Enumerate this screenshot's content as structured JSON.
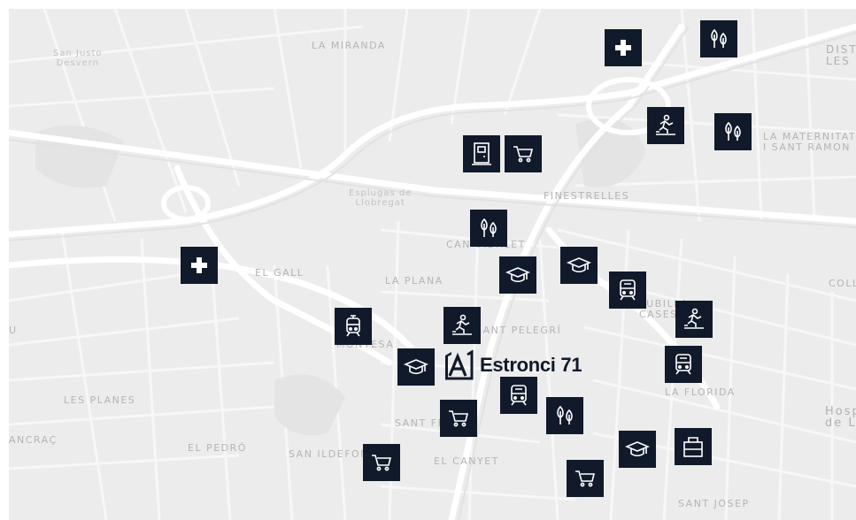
{
  "map": {
    "labels": {
      "la_miranda": "LA MIRANDA",
      "san_justo": "San Justo\nDesvern",
      "el_gall": "EL GALL",
      "la_plana": "LA PLANA",
      "esplugas": "Esplugas de\nLlobregat",
      "finestrelles": "FINESTRELLES",
      "can_vidalet": "CAN VIDALET",
      "sant_pelegri": "SANT PELEGRÍ",
      "montesa": "MONTESA",
      "les_planes": "LES PLANES",
      "el_pedro": "EL PEDRÓ",
      "san_ildefons": "SAN ILDEFONS",
      "el_canyet": "EL CANYET",
      "sant_feliu": "SANT FELIU",
      "la_florida": "LA FLORIDA",
      "sant_josep": "SANT JOSEP",
      "la_maternitat": "LA MATERNITAT\nI SANT RAMON",
      "districte": "DISTR\nLES",
      "collblanc": "COLLB",
      "hospitalet": "Hosp\nde L",
      "ancrac": "ANCRAÇ",
      "pubilla_cases": "PUBILLA\nCASES",
      "u_edge": "U"
    },
    "pois": [
      {
        "id": "hospital-1",
        "icon": "hospital"
      },
      {
        "id": "park-1",
        "icon": "park"
      },
      {
        "id": "sports-1",
        "icon": "sports"
      },
      {
        "id": "park-2",
        "icon": "park"
      },
      {
        "id": "metro-1",
        "icon": "metro"
      },
      {
        "id": "shop-1",
        "icon": "shop"
      },
      {
        "id": "park-3",
        "icon": "park"
      },
      {
        "id": "hospital-2",
        "icon": "hospital"
      },
      {
        "id": "school-1",
        "icon": "school"
      },
      {
        "id": "school-2",
        "icon": "school"
      },
      {
        "id": "train-1",
        "icon": "train"
      },
      {
        "id": "sports-2",
        "icon": "sports"
      },
      {
        "id": "tram-1",
        "icon": "tram"
      },
      {
        "id": "sports-3",
        "icon": "sports"
      },
      {
        "id": "train-2",
        "icon": "train"
      },
      {
        "id": "school-3",
        "icon": "school"
      },
      {
        "id": "train-3",
        "icon": "train"
      },
      {
        "id": "park-4",
        "icon": "park"
      },
      {
        "id": "shop-2",
        "icon": "shop"
      },
      {
        "id": "school-4",
        "icon": "school"
      },
      {
        "id": "bag-1",
        "icon": "bag"
      },
      {
        "id": "shop-3",
        "icon": "shop"
      },
      {
        "id": "shop-4",
        "icon": "shop"
      }
    ]
  },
  "brand": {
    "name": "Estronci 71",
    "mark_letter": "A",
    "color": "#101a2b"
  },
  "colors": {
    "map_bg": "#ececec",
    "road": "#ffffff",
    "marker_bg": "#101a2b",
    "label": "#b4b4b4"
  }
}
